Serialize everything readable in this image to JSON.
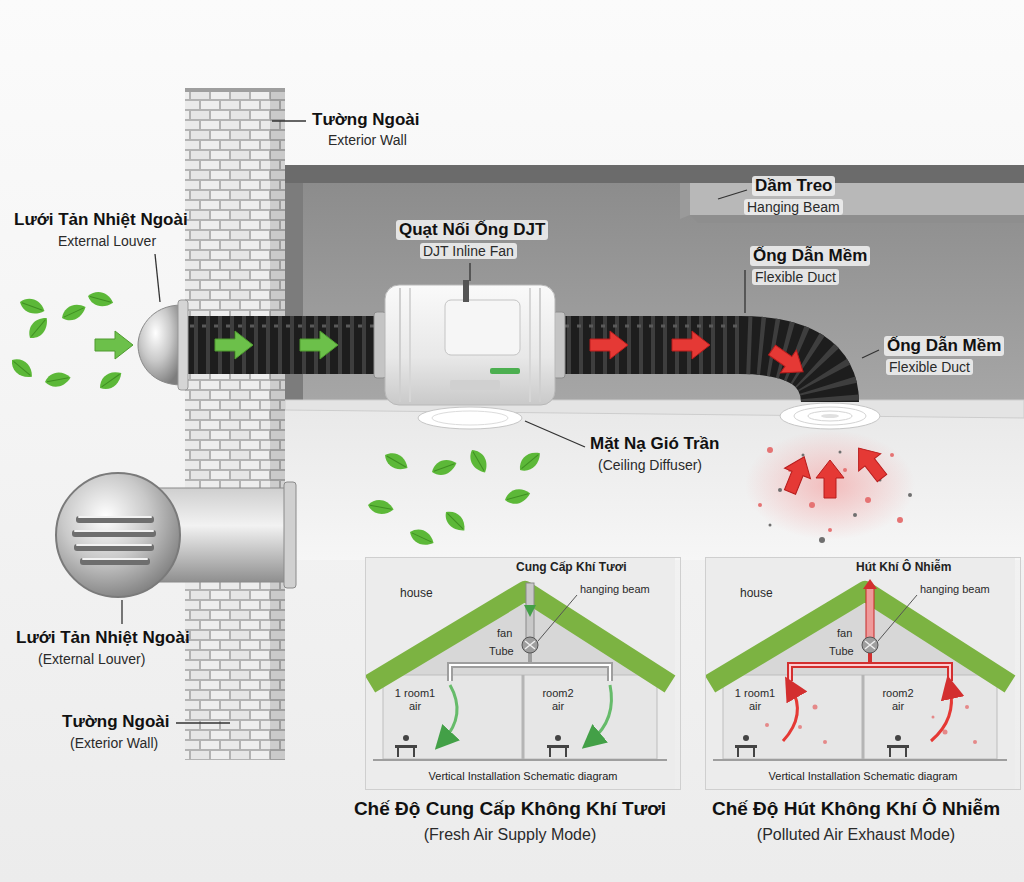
{
  "diagram": {
    "nodes": [
      {
        "text": [
          "Cung Cấp Khí Tươi",
          "Vertical Installation Schematic diagram"
        ]
      },
      {
        "text": [
          "Hút Khí Ô Nhiễm",
          "Vertical Installation Schematic diagram"
        ]
      }
    ],
    "labels": [
      "Tường Ngoài",
      "Exterior Wall",
      "Lưới Tản Nhiệt Ngoài",
      "External Louver",
      "Quạt Nối Ống DJT",
      "DJT Inline Fan",
      "Dầm Treo",
      "Hanging Beam",
      "Ống Dẫn Mềm",
      "Flexible Duct",
      "Ống Dẫn Mềm",
      "Flexible Duct",
      "Mặt Nạ Gió Trần",
      "(Ceiling Diffuser)",
      "Lưới Tản Nhiệt Ngoài",
      "(External Louver)",
      "Tường Ngoài",
      "(Exterior Wall)",
      "house",
      "fan",
      "hanging beam",
      "Tube",
      "1 room1 air",
      "room2 air",
      "house",
      "fan",
      "hanging beam",
      "Tube",
      "1 room1 air",
      "room2 air",
      "Chế Độ Cung Cấp Không Khí Tươi",
      "(Fresh Air Supply Mode)",
      "Chế Độ Hút Không Khí Ô Nhiễm",
      "(Polluted Air Exhaust Mode)"
    ]
  }
}
